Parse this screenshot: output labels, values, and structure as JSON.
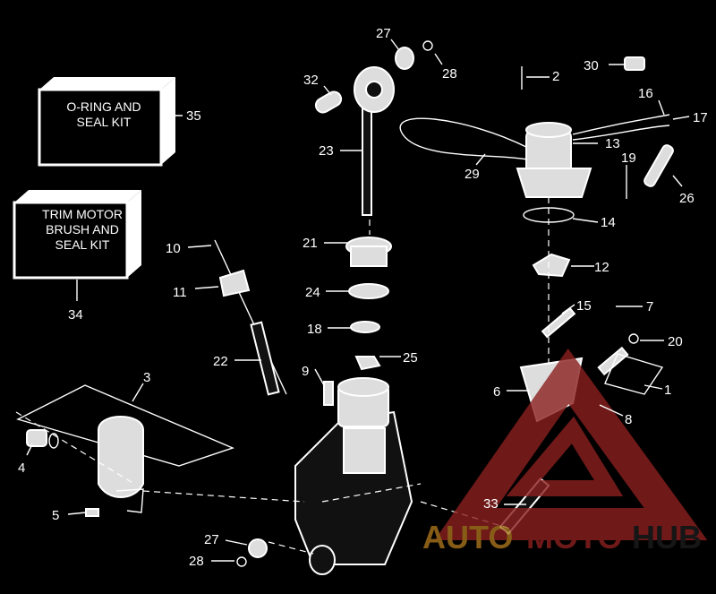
{
  "kits": {
    "oring": [
      "O-RING AND",
      "SEAL KIT"
    ],
    "oring_number": "35",
    "trim_motor": [
      "TRIM MOTOR",
      "BRUSH AND",
      "SEAL KIT"
    ],
    "trim_motor_number": "34"
  },
  "callouts": {
    "c27a": "27",
    "c28a": "28",
    "c2": "2",
    "c30": "30",
    "c32": "32",
    "c23": "23",
    "c16": "16",
    "c17": "17",
    "c13": "13",
    "c29": "29",
    "c19": "19",
    "c26": "26",
    "c14": "14",
    "c21": "21",
    "c10": "10",
    "c12": "12",
    "c11": "11",
    "c24": "24",
    "c15": "15",
    "c7": "7",
    "c18": "18",
    "c20": "20",
    "c25": "25",
    "c22": "22",
    "c9": "9",
    "c3": "3",
    "c1": "1",
    "c6": "6",
    "c8": "8",
    "c4": "4",
    "c33": "33",
    "c5": "5",
    "c27b": "27",
    "c28b": "28"
  },
  "watermark": {
    "text": [
      "AUTO",
      "MOTO",
      "HUB"
    ],
    "colors": [
      "#a8741c",
      "#8b2020",
      "#1c1c1c"
    ]
  }
}
